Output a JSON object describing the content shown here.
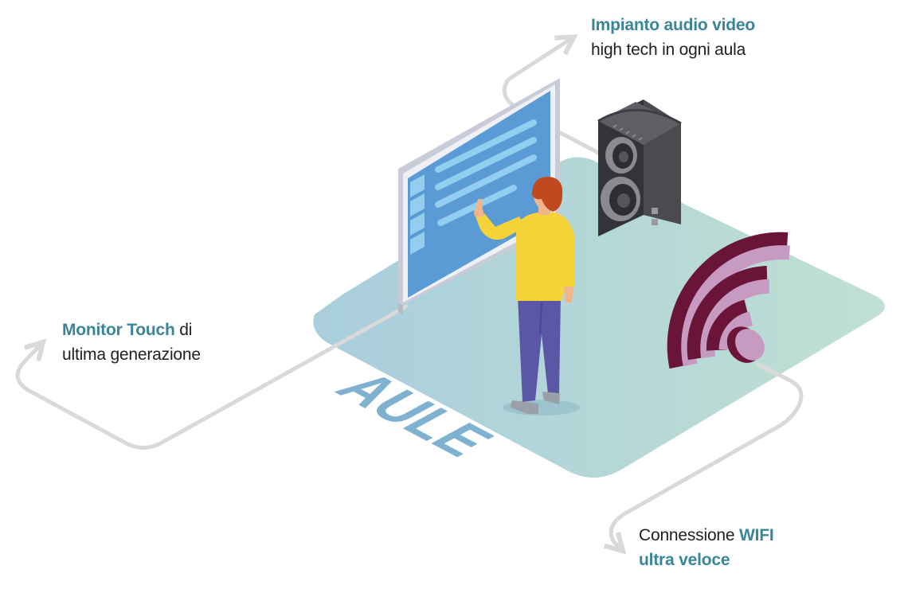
{
  "floor_label": "AULE",
  "callouts": {
    "audio": {
      "highlight": "Impianto audio video",
      "text": "high tech in ogni aula"
    },
    "monitor": {
      "highlight": "Monitor Touch",
      "text_after": " di",
      "text_line2": "ultima generazione"
    },
    "wifi": {
      "text": "Connessione ",
      "highlight_inline": "WIFI",
      "highlight_line2": "ultra veloce"
    }
  },
  "colors": {
    "accent": "#3a8597",
    "floor_left": "#a9cedc",
    "floor_right": "#bfe0d2",
    "floor_label": "#7eb2d0",
    "connector": "#d9d9d9",
    "screen": "#5b9bd5",
    "shirt": "#f7d33a",
    "pants": "#5b56a6",
    "hair": "#c2481f",
    "speaker": "#4a4b4f",
    "wifi_dark": "#6a1537",
    "wifi_light": "#c79ac1"
  },
  "icons": {
    "monitor": "touch-monitor-icon",
    "speaker": "speaker-icon",
    "wifi": "wifi-icon",
    "person": "person-icon"
  }
}
